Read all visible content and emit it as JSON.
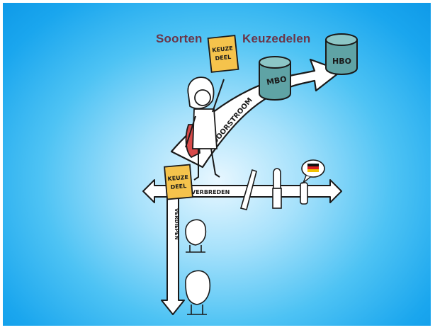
{
  "title": {
    "left": "Soorten",
    "right": "Keuzedelen"
  },
  "labels": {
    "keuzedeel_top_line1": "KEUZE",
    "keuzedeel_top_line2": "DEEL",
    "keuzedeel_bottom_line1": "KEUZE",
    "keuzedeel_bottom_line2": "DEEL",
    "mbo": "MBO",
    "hbo": "HBO",
    "doorstroom": "DOORSTROOM",
    "verbreden": "VERBREDEN",
    "verdiepen": "VERDIEPEN"
  },
  "colors": {
    "title": "#6b3548",
    "sign": "#f5c34c",
    "bucket": "#5fa3a5",
    "backpack": "#d84a4a",
    "flag_black": "#111111",
    "flag_red": "#dd1f1f",
    "flag_gold": "#f2c200"
  },
  "icons": {
    "german_flag": "flag-germany-icon",
    "bucket": "cylinder-icon"
  }
}
